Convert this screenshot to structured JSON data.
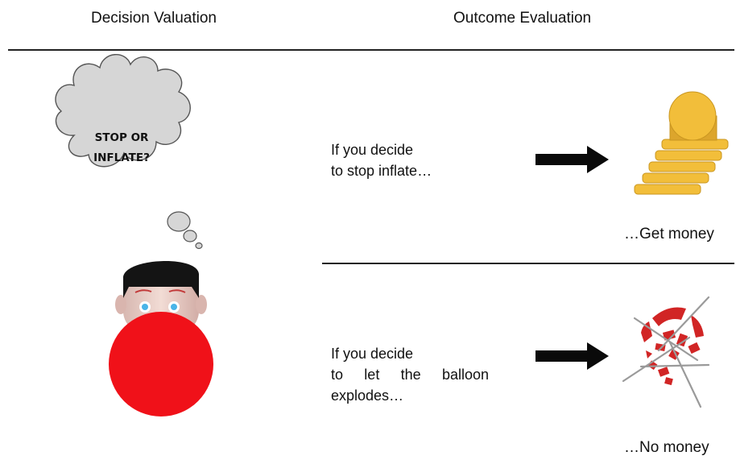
{
  "headers": {
    "decision": "Decision Valuation",
    "outcome": "Outcome Evaluation"
  },
  "thought_bubble": {
    "line1": "STOP OR",
    "line2": "INFLATE?"
  },
  "scenarios": [
    {
      "condition_line1": "If you decide",
      "condition_line2": "to stop inflate…",
      "result": "…Get money",
      "result_icon": "coin-stack-icon"
    },
    {
      "condition_line1": "If you decide",
      "condition_line2": "to let the balloon",
      "condition_line3": "explodes…",
      "result": "…No money",
      "result_icon": "burst-balloon-icon"
    }
  ],
  "colors": {
    "balloon": "#f01119",
    "coin": "#f2be3a",
    "arrow": "#0a0a0a",
    "bubble_fill": "#d6d6d6"
  }
}
